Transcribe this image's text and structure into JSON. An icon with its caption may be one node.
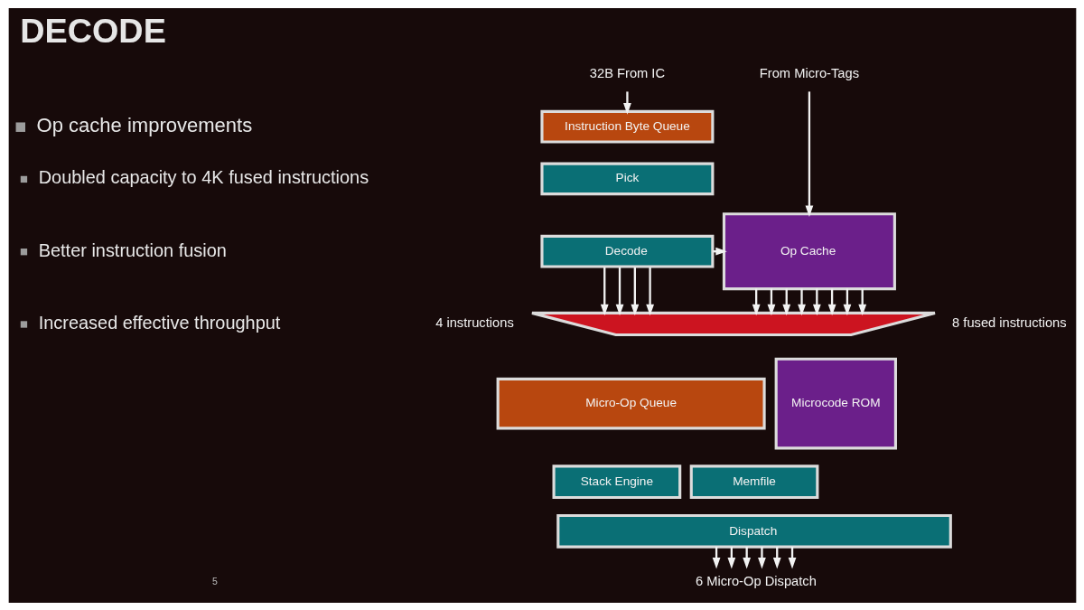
{
  "diagram": {
    "title": "DECODE",
    "nodes": [
      {
        "text": [
          "32B From IC"
        ]
      },
      {
        "text": [
          "Instruction Byte Queue"
        ]
      },
      {
        "text": [
          "Pick"
        ]
      },
      {
        "text": [
          "Decode"
        ]
      },
      {
        "text": [
          "From Micro-Tags"
        ]
      },
      {
        "text": [
          "Op Cache"
        ]
      },
      {
        "text": [],
        "shape": "bar"
      },
      {
        "text": [
          "Micro-Op Queue"
        ]
      },
      {
        "text": [
          "Microcode ROM"
        ]
      },
      {
        "text": [
          "Stack Engine"
        ]
      },
      {
        "text": [
          "Memfile"
        ]
      },
      {
        "text": [
          "Dispatch"
        ]
      },
      {
        "text": [
          "6 Micro-Op Dispatch"
        ]
      }
    ],
    "edges": [
      {
        "from": 0,
        "to": 1,
        "arrow": "to"
      },
      {
        "from": 4,
        "to": 5,
        "arrow": "to"
      },
      {
        "from": 3,
        "to": 5,
        "arrow": "to"
      },
      {
        "from": 3,
        "to": 6,
        "arrow": "to"
      },
      {
        "from": 3,
        "to": 6,
        "arrow": "to"
      },
      {
        "from": 3,
        "to": 6,
        "arrow": "to"
      },
      {
        "from": 3,
        "to": 6,
        "arrow": "to"
      },
      {
        "from": 5,
        "to": 6,
        "arrow": "to"
      },
      {
        "from": 5,
        "to": 6,
        "arrow": "to"
      },
      {
        "from": 5,
        "to": 6,
        "arrow": "to"
      },
      {
        "from": 5,
        "to": 6,
        "arrow": "to"
      },
      {
        "from": 5,
        "to": 6,
        "arrow": "to"
      },
      {
        "from": 5,
        "to": 6,
        "arrow": "to"
      },
      {
        "from": 5,
        "to": 6,
        "arrow": "to"
      },
      {
        "from": 5,
        "to": 6,
        "arrow": "to"
      },
      {
        "from": 11,
        "to": 12,
        "arrow": "to"
      },
      {
        "from": 11,
        "to": 12,
        "arrow": "to"
      },
      {
        "from": 11,
        "to": 12,
        "arrow": "to"
      },
      {
        "from": 11,
        "to": 12,
        "arrow": "to"
      },
      {
        "from": 11,
        "to": 12,
        "arrow": "to"
      },
      {
        "from": 11,
        "to": 12,
        "arrow": "to"
      }
    ],
    "labels": [
      "Op cache improvements",
      "Doubled capacity to 4K fused instructions",
      "Better instruction fusion",
      "Increased effective throughput",
      "4 instructions",
      "8 fused instructions",
      "5"
    ]
  }
}
